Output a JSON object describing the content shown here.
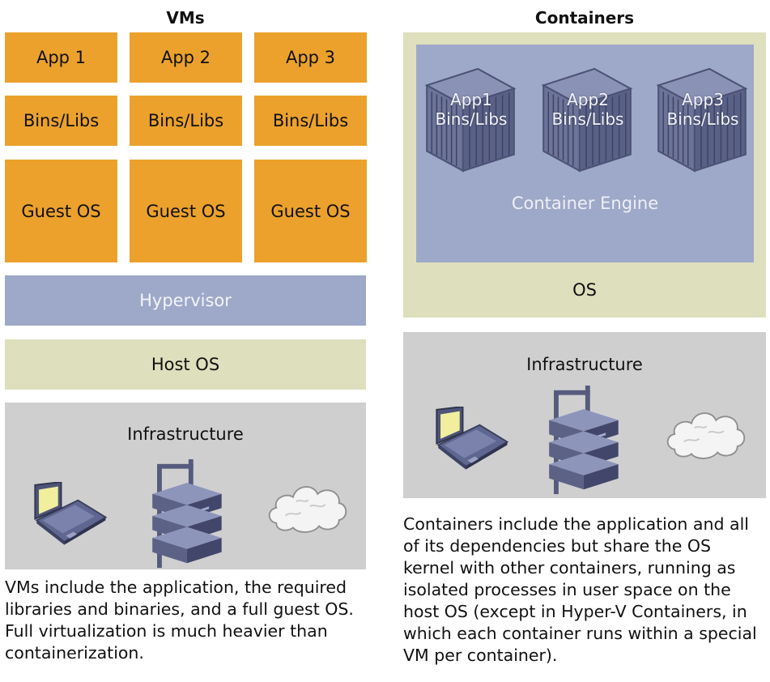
{
  "vms": {
    "title": "VMs",
    "apps": [
      "App 1",
      "App 2",
      "App 3"
    ],
    "bins": [
      "Bins/Libs",
      "Bins/Libs",
      "Bins/Libs"
    ],
    "guest_os": [
      "Guest OS",
      "Guest OS",
      "Guest OS"
    ],
    "hypervisor": "Hypervisor",
    "host_os": "Host OS",
    "infrastructure": "Infrastructure",
    "description": "VMs include the application, the required libraries and binaries, and a full guest OS. Full virtualization is much heavier than containerization."
  },
  "containers": {
    "title": "Containers",
    "items": [
      {
        "app": "App1",
        "bins": "Bins/Libs"
      },
      {
        "app": "App2",
        "bins": "Bins/Libs"
      },
      {
        "app": "App3",
        "bins": "Bins/Libs"
      }
    ],
    "engine": "Container Engine",
    "os": "OS",
    "infrastructure": "Infrastructure",
    "description": "Containers include the application and all of its dependencies but share the OS kernel with other containers, running as isolated processes in user space on the host OS (except in Hyper-V Containers, in which each container runs within a special VM per container)."
  },
  "icons": [
    "laptop-icon",
    "server-icon",
    "cloud-icon",
    "shipping-container-icon"
  ],
  "colors": {
    "app_layer": "#eba12c",
    "hypervisor": "#9ea8c8",
    "os_layer": "#dedfbd",
    "infrastructure": "#cfcfcf"
  }
}
